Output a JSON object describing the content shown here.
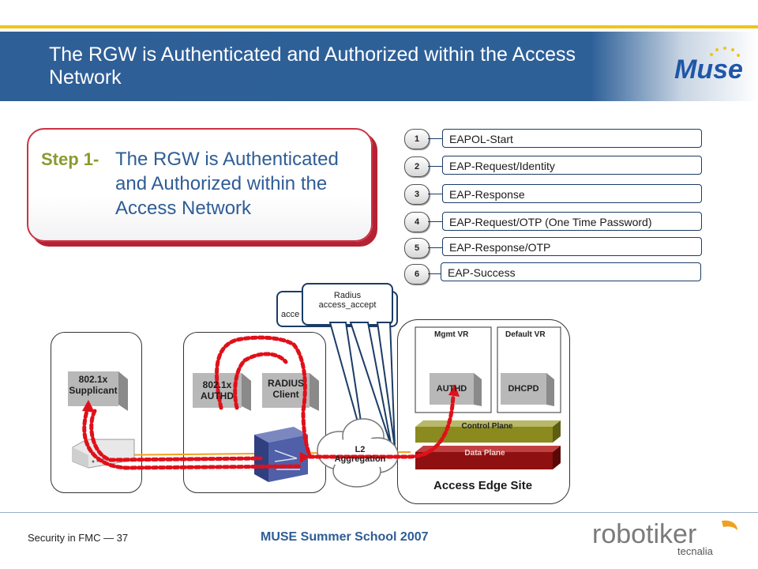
{
  "header": {
    "title": "The RGW is Authenticated and Authorized within the Access Network",
    "logo_text": "Muse"
  },
  "step_box": {
    "label": "Step 1-",
    "text_line1": "The RGW is Authenticated",
    "text_line2": "and Authorized within the",
    "text_line3": "Access Network"
  },
  "steps": [
    {
      "num": "1",
      "label": "EAPOL-Start"
    },
    {
      "num": "2",
      "label": "EAP-Request/Identity"
    },
    {
      "num": "3",
      "label": "EAP-Response"
    },
    {
      "num": "4",
      "label": "EAP-Request/OTP (One Time Password)"
    },
    {
      "num": "5",
      "label": "EAP-Response/OTP"
    },
    {
      "num": "6",
      "label": "EAP-Success"
    }
  ],
  "diagram": {
    "supplicant_line1": "802.1x",
    "supplicant_line2": "Supplicant",
    "authd_line1": "802.1x",
    "authd_line2": "AUTHD",
    "radius_line1": "RADIUS",
    "radius_line2": "Client",
    "callout_back_text": "acce",
    "callout_front_line1": "Radius",
    "callout_front_line2": "access_accept",
    "l2_line1": "L2",
    "l2_line2": "Aggregation",
    "mgmt_vr": "Mgmt VR",
    "default_vr": "Default  VR",
    "authd_edge": "AUTHD",
    "dhcpd": "DHCPD",
    "control_plane": "Control Plane",
    "data_plane": "Data Plane",
    "access_edge": "Access Edge Site"
  },
  "footer": {
    "left": "Security in FMC — 37",
    "center": "MUSE Summer School 2007",
    "logo_main": "robotiker",
    "logo_sub": "tecnalia"
  },
  "colors": {
    "header_blue": "#2e6098",
    "accent_yellow": "#f0c419",
    "step_red": "#cc3344",
    "step_green": "#8b9a2e",
    "flow_red": "#e0101a",
    "control_plane": "#8a8a1e",
    "data_plane": "#8f1010"
  }
}
